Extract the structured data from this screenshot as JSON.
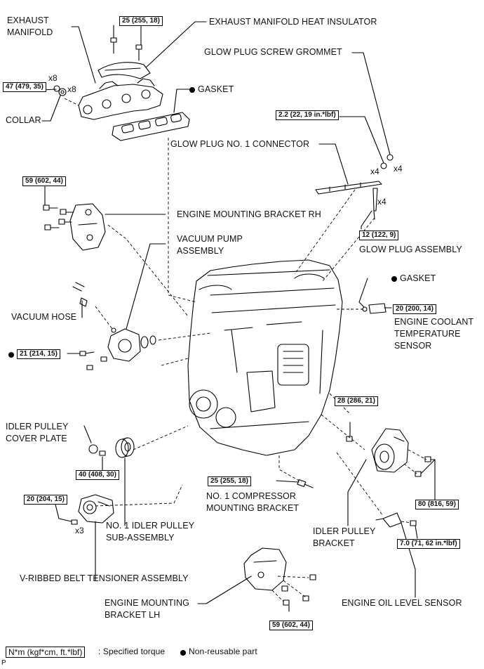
{
  "labels": {
    "exhaust_manifold": [
      "EXHAUST",
      "MANIFOLD"
    ],
    "exhaust_heat_insulator": "EXHAUST MANIFOLD HEAT INSULATOR",
    "glow_plug_screw_grommet": "GLOW PLUG SCREW GROMMET",
    "collar": "COLLAR",
    "gasket_exhaust": "GASKET",
    "glow_plug_connector": "GLOW PLUG NO. 1 CONNECTOR",
    "engine_mounting_bracket_rh": "ENGINE MOUNTING BRACKET RH",
    "glow_plug_assembly": "GLOW PLUG ASSEMBLY",
    "vacuum_pump": [
      "VACUUM PUMP",
      "ASSEMBLY"
    ],
    "gasket_sensor": "GASKET",
    "vacuum_hose": "VACUUM HOSE",
    "coolant_sensor": [
      "ENGINE COOLANT",
      "TEMPERATURE",
      "SENSOR"
    ],
    "idler_cover_plate": [
      "IDLER PULLEY",
      "COVER PLATE"
    ],
    "compressor_bracket": [
      "NO. 1 COMPRESSOR",
      "MOUNTING BRACKET"
    ],
    "idler_sub_assembly": [
      "NO. 1 IDLER PULLEY",
      "SUB-ASSEMBLY"
    ],
    "idler_pulley_bracket": [
      "IDLER PULLEY",
      "BRACKET"
    ],
    "belt_tensioner": "V-RIBBED BELT TENSIONER ASSEMBLY",
    "engine_mounting_bracket_lh": [
      "ENGINE MOUNTING",
      "BRACKET LH"
    ],
    "oil_level_sensor": "ENGINE OIL LEVEL SENSOR"
  },
  "torques": {
    "insulator_bolt": "25 (255, 18)",
    "manifold_nut": "47 (479, 35)",
    "grommet": "2.2 (22, 19 in.*lbf)",
    "bracket_rh": "59 (602, 44)",
    "glow_plug": "12 (122, 9)",
    "coolant_sensor": "20 (200, 14)",
    "vacuum_pump": "21 (214, 15)",
    "idler_pulley_bracket_bolt": "28 (286, 21)",
    "idler_cover": "40 (408, 30)",
    "compressor_bracket": "25 (255, 18)",
    "idler_bracket": "80 (816, 59)",
    "tensioner": "20 (204, 15)",
    "oil_level_sensor": "7.0 (71, 62 in.*lbf)",
    "bracket_lh": "59 (602, 44)"
  },
  "multipliers": {
    "manifold_nut": "x8",
    "collar": "x8",
    "grommet": "x4",
    "connector": "x4",
    "glow_plug": "x4",
    "tensioner_bolt": "x3"
  },
  "legend": {
    "torque_box": "N*m (kgf*cm, ft.*lbf)",
    "torque_text": ": Specified torque",
    "non_reusable": "Non-reusable part"
  },
  "corner_mark": "P"
}
